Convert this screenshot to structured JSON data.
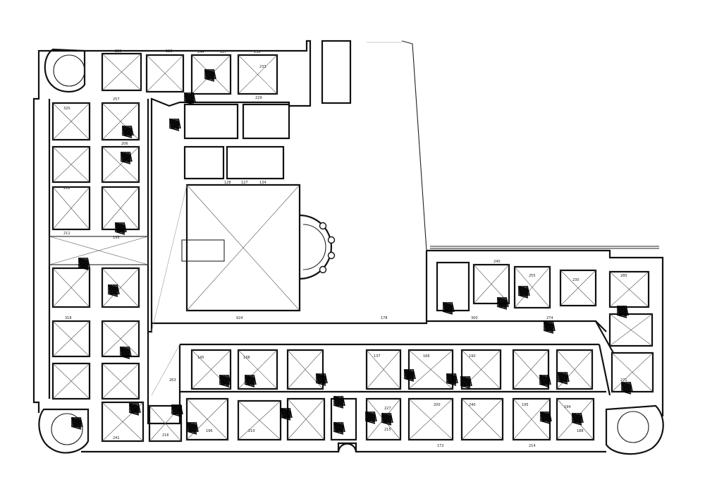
{
  "plan": {
    "room_labels": [
      {
        "text": "239",
        "room": "north-wing"
      },
      {
        "text": "128",
        "room": "north-wing"
      },
      {
        "text": "244",
        "room": "north-wing"
      },
      {
        "text": "207",
        "room": "north-wing"
      },
      {
        "text": "238",
        "room": "north-wing"
      },
      {
        "text": "233",
        "room": "north-wing"
      },
      {
        "text": "229",
        "room": "north-wing"
      },
      {
        "text": "320",
        "room": "west-wing"
      },
      {
        "text": "257",
        "room": "west-wing"
      },
      {
        "text": "206",
        "room": "west-wing"
      },
      {
        "text": "212",
        "room": "west-wing"
      },
      {
        "text": "211",
        "room": "west-wing"
      },
      {
        "text": "193",
        "room": "west-wing"
      },
      {
        "text": "318",
        "room": "west-wing"
      },
      {
        "text": "241",
        "room": "west-wing"
      },
      {
        "text": "128",
        "room": "courtyard"
      },
      {
        "text": "127",
        "room": "courtyard"
      },
      {
        "text": "134",
        "room": "courtyard"
      },
      {
        "text": "924",
        "room": "corridor"
      },
      {
        "text": "178",
        "room": "corridor"
      },
      {
        "text": "300",
        "room": "east-wing"
      },
      {
        "text": "274",
        "room": "east-wing"
      },
      {
        "text": "240",
        "room": "east-wing"
      },
      {
        "text": "145",
        "room": "south-wing"
      },
      {
        "text": "138",
        "room": "south-wing"
      },
      {
        "text": "166",
        "room": "south-wing"
      },
      {
        "text": "190",
        "room": "south-wing"
      },
      {
        "text": "137",
        "room": "south-wing"
      },
      {
        "text": "200",
        "room": "south-wing"
      },
      {
        "text": "240",
        "room": "south-wing"
      },
      {
        "text": "195",
        "room": "south-wing"
      },
      {
        "text": "194",
        "room": "south-wing"
      },
      {
        "text": "215",
        "room": "south-wing"
      },
      {
        "text": "172",
        "room": "south-wing"
      },
      {
        "text": "227",
        "room": "south-wing"
      },
      {
        "text": "214",
        "room": "south-wing"
      },
      {
        "text": "188",
        "room": "south-wing"
      },
      {
        "text": "196",
        "room": "south-wing"
      },
      {
        "text": "210",
        "room": "south-wing"
      },
      {
        "text": "263",
        "room": "south-wing"
      },
      {
        "text": "216",
        "room": "south-wing"
      },
      {
        "text": "280",
        "room": "east-wing"
      },
      {
        "text": "255",
        "room": "east-wing"
      },
      {
        "text": "230",
        "room": "east-wing"
      },
      {
        "text": "271",
        "room": "east-wing"
      }
    ]
  }
}
